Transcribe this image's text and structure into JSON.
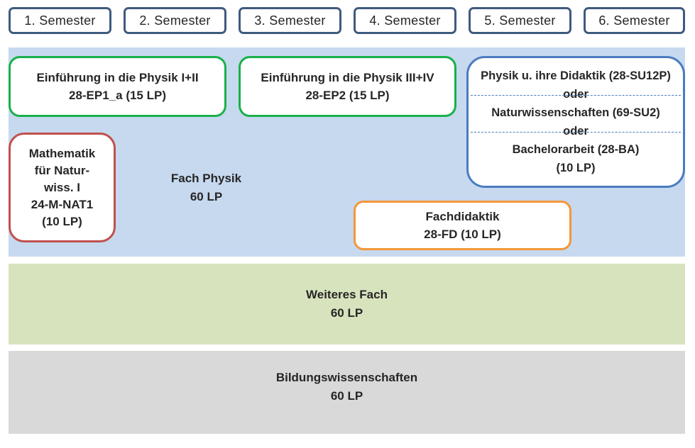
{
  "semesters": [
    "1. Semester",
    "2. Semester",
    "3. Semester",
    "4. Semester",
    "5. Semester",
    "6. Semester"
  ],
  "bands": {
    "physik": {
      "title": "Fach Physik",
      "lp": "60 LP"
    },
    "weiteres": {
      "title": "Weiteres Fach",
      "lp": "60 LP"
    },
    "bildung": {
      "title": "Bildungswissenschaften",
      "lp": "60 LP"
    }
  },
  "modules": {
    "ep1": {
      "title": "Einführung in die Physik I+II",
      "code": "28-EP1_a  (15 LP)"
    },
    "ep2": {
      "title": "Einführung in die Physik III+IV",
      "code": "28-EP2  (15 LP)"
    },
    "mathe": {
      "lines": [
        "Mathematik",
        "für Natur-",
        "wiss. I",
        "24-M-NAT1",
        "(10 LP)"
      ]
    },
    "wahl": {
      "lines": [
        "Physik u. ihre Didaktik (28-SU12P)",
        "oder",
        "Naturwissenschaften (69-SU2)",
        "oder",
        "Bachelorarbeit (28-BA)",
        "(10 LP)"
      ]
    },
    "fd": {
      "title": "Fachdidaktik",
      "code": "28-FD  (10 LP)"
    }
  },
  "colors": {
    "semester_border": "#3f5a7f",
    "physik_band": "#c6d9ef",
    "weiteres_band": "#d7e3bd",
    "bildung_band": "#d9d9d9",
    "green_border": "#19b04a",
    "red_border": "#c0504d",
    "blue_border": "#4a7cc0",
    "orange_border": "#f4973a"
  }
}
